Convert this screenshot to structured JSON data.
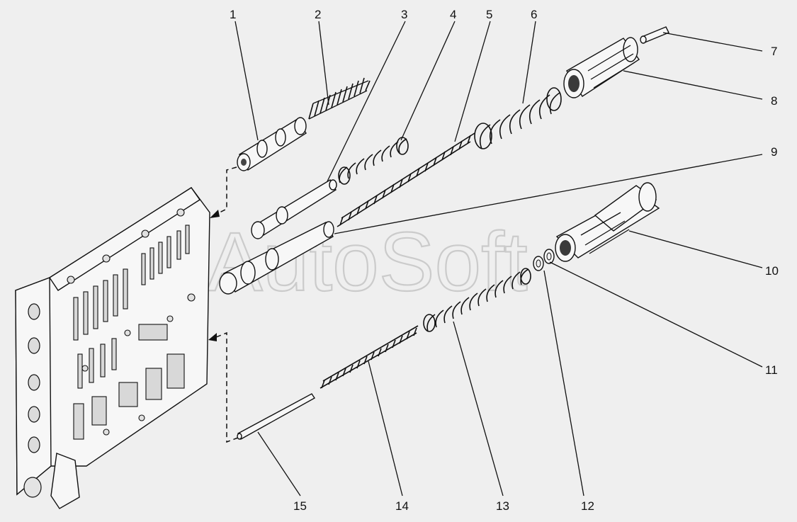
{
  "watermark": "AutoSoft",
  "callouts": [
    {
      "id": "1",
      "text": "1"
    },
    {
      "id": "2",
      "text": "2"
    },
    {
      "id": "3",
      "text": "3"
    },
    {
      "id": "4",
      "text": "4"
    },
    {
      "id": "5",
      "text": "5"
    },
    {
      "id": "6",
      "text": "6"
    },
    {
      "id": "7",
      "text": "7"
    },
    {
      "id": "8",
      "text": "8"
    },
    {
      "id": "9",
      "text": "9"
    },
    {
      "id": "10",
      "text": "10"
    },
    {
      "id": "11",
      "text": "11"
    },
    {
      "id": "12",
      "text": "12"
    },
    {
      "id": "13",
      "text": "13"
    },
    {
      "id": "14",
      "text": "14"
    },
    {
      "id": "15",
      "text": "15"
    }
  ]
}
